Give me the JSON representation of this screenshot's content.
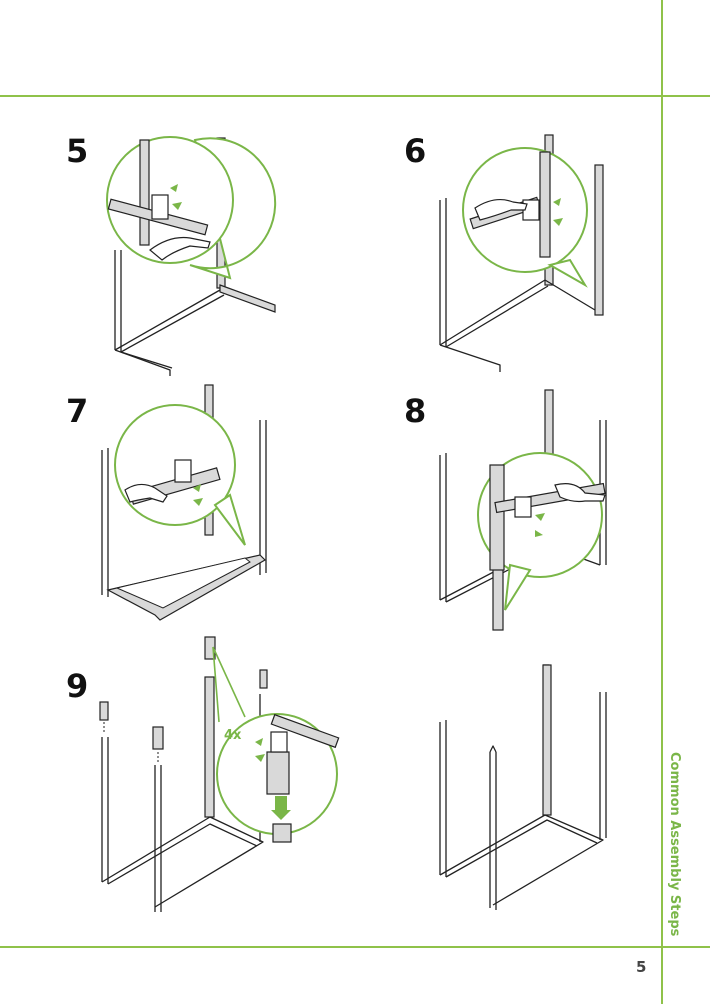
{
  "steps": [
    {
      "number": "5"
    },
    {
      "number": "6"
    },
    {
      "number": "7"
    },
    {
      "number": "8"
    },
    {
      "number": "9",
      "quantity_label": "4x"
    }
  ],
  "section_title": "Common Assembly Steps",
  "page_number": "5",
  "colors": {
    "accent": "#7ab648",
    "line": "#222222"
  }
}
